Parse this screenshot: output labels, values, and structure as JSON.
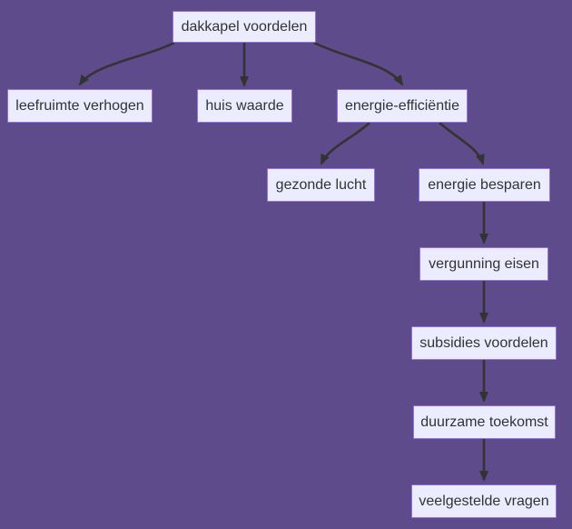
{
  "diagram": {
    "type": "flowchart",
    "direction": "top-down",
    "colors": {
      "background": "#5E4B8B",
      "node_fill": "#ECECFF",
      "node_border": "#9370DB",
      "edge": "#333333",
      "text": "#333333"
    },
    "nodes": [
      {
        "id": "dakkapel-voordelen",
        "label": "dakkapel voordelen"
      },
      {
        "id": "leefruimte-verhogen",
        "label": "leefruimte verhogen"
      },
      {
        "id": "huis-waarde",
        "label": "huis waarde"
      },
      {
        "id": "energie-efficientie",
        "label": "energie-efficiëntie"
      },
      {
        "id": "gezonde-lucht",
        "label": "gezonde lucht"
      },
      {
        "id": "energie-besparen",
        "label": "energie besparen"
      },
      {
        "id": "vergunning-eisen",
        "label": "vergunning eisen"
      },
      {
        "id": "subsidies-voordelen",
        "label": "subsidies voordelen"
      },
      {
        "id": "duurzame-toekomst",
        "label": "duurzame toekomst"
      },
      {
        "id": "veelgestelde-vragen",
        "label": "veelgestelde vragen"
      }
    ],
    "edges": [
      {
        "from": "dakkapel-voordelen",
        "to": "leefruimte-verhogen"
      },
      {
        "from": "dakkapel-voordelen",
        "to": "huis-waarde"
      },
      {
        "from": "dakkapel-voordelen",
        "to": "energie-efficientie"
      },
      {
        "from": "energie-efficientie",
        "to": "gezonde-lucht"
      },
      {
        "from": "energie-efficientie",
        "to": "energie-besparen"
      },
      {
        "from": "energie-besparen",
        "to": "vergunning-eisen"
      },
      {
        "from": "vergunning-eisen",
        "to": "subsidies-voordelen"
      },
      {
        "from": "subsidies-voordelen",
        "to": "duurzame-toekomst"
      },
      {
        "from": "duurzame-toekomst",
        "to": "veelgestelde-vragen"
      }
    ]
  }
}
